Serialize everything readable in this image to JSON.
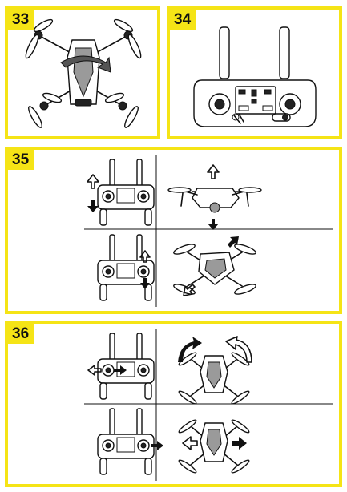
{
  "steps": [
    {
      "number": "33",
      "label": "step-33"
    },
    {
      "number": "34",
      "label": "step-34"
    },
    {
      "number": "35",
      "label": "step-35"
    },
    {
      "number": "36",
      "label": "step-36"
    }
  ],
  "colors": {
    "accent": "#f5e416",
    "ink": "#111111"
  },
  "icons": [
    "drone-icon",
    "remote-controller-icon",
    "rotate-arrow-icon",
    "up-arrow-icon",
    "down-arrow-icon",
    "left-arrow-icon",
    "right-arrow-icon",
    "hand-press-icon"
  ]
}
